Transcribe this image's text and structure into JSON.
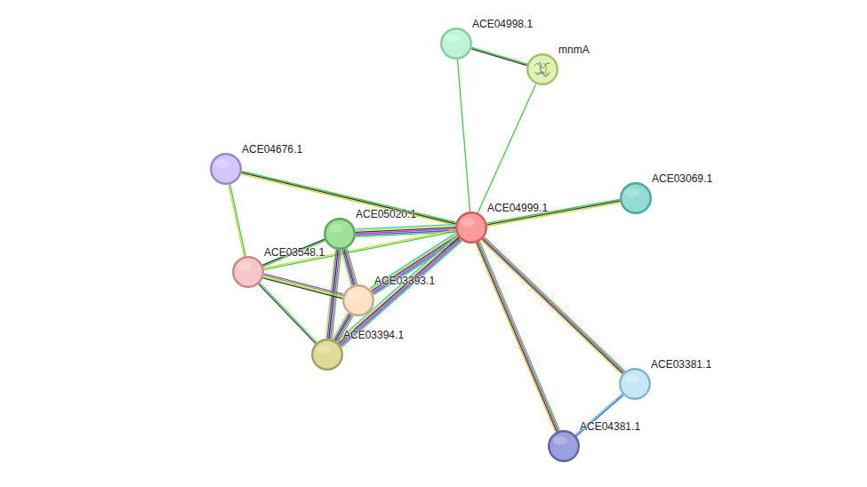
{
  "diagram": {
    "nodes": [
      {
        "text": [
          "ACE04998.1"
        ]
      },
      {
        "text": [
          "mnmA"
        ]
      },
      {
        "text": [
          "ACE04676.1"
        ]
      },
      {
        "text": [
          "ACE03069.1"
        ]
      },
      {
        "text": [
          "ACE04999.1"
        ]
      },
      {
        "text": [
          "ACE05020.1"
        ]
      },
      {
        "text": [
          "ACE03548.1"
        ]
      },
      {
        "text": [
          "ACE03393.1"
        ]
      },
      {
        "text": [
          "ACE03394.1"
        ]
      },
      {
        "text": [
          "ACE03381.1"
        ]
      },
      {
        "text": [
          "ACE04381.1"
        ]
      }
    ],
    "edges": [
      {
        "from": 0,
        "to": 1,
        "arrow": "none"
      },
      {
        "from": 0,
        "to": 4,
        "arrow": "none"
      },
      {
        "from": 1,
        "to": 4,
        "arrow": "none"
      },
      {
        "from": 2,
        "to": 4,
        "arrow": "none"
      },
      {
        "from": 2,
        "to": 6,
        "arrow": "none"
      },
      {
        "from": 4,
        "to": 3,
        "arrow": "none"
      },
      {
        "from": 4,
        "to": 5,
        "arrow": "none"
      },
      {
        "from": 4,
        "to": 6,
        "arrow": "none"
      },
      {
        "from": 4,
        "to": 7,
        "arrow": "none"
      },
      {
        "from": 4,
        "to": 8,
        "arrow": "none"
      },
      {
        "from": 4,
        "to": 9,
        "arrow": "none"
      },
      {
        "from": 4,
        "to": 10,
        "arrow": "none"
      },
      {
        "from": 9,
        "to": 10,
        "arrow": "none"
      },
      {
        "from": 5,
        "to": 6,
        "arrow": "none"
      },
      {
        "from": 5,
        "to": 7,
        "arrow": "none"
      },
      {
        "from": 5,
        "to": 8,
        "arrow": "none"
      },
      {
        "from": 6,
        "to": 7,
        "arrow": "none"
      },
      {
        "from": 6,
        "to": 8,
        "arrow": "none"
      },
      {
        "from": 7,
        "to": 8,
        "arrow": "none"
      }
    ]
  }
}
